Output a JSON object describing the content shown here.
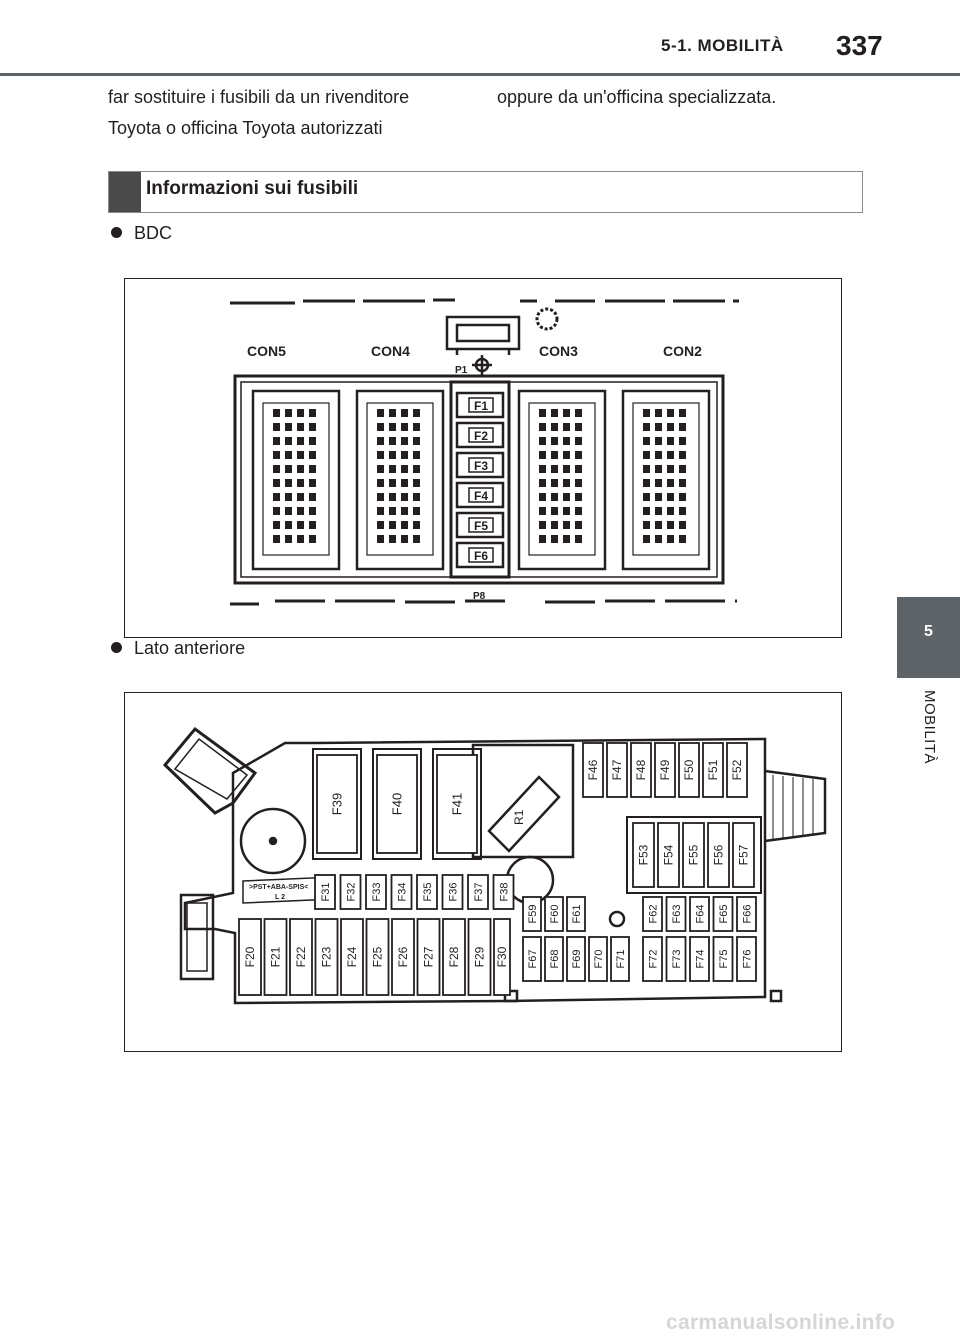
{
  "header": {
    "section": "5-1. MOBILITÀ",
    "page_number": "337"
  },
  "body_text": {
    "left_line1": "far sostituire i fusibili da un rivenditore",
    "left_line2": "Toyota o officina Toyota autorizzati",
    "right_line1": "oppure da un'officina specializzata."
  },
  "section": {
    "title": "Informazioni sui fusibili"
  },
  "bullets": [
    {
      "label": "BDC"
    },
    {
      "label": "Lato anteriore"
    }
  ],
  "diagram_bdc": {
    "connectors": [
      "CON5",
      "CON4",
      "CON3",
      "CON2"
    ],
    "fuses": [
      "F1",
      "F2",
      "F3",
      "F4",
      "F5",
      "F6"
    ],
    "label_top": "P1",
    "label_bottom": "P8"
  },
  "diagram_front": {
    "large_fuses": [
      "F39",
      "F40",
      "F41"
    ],
    "relay": "R1",
    "top_right_row1": [
      "F46",
      "F47",
      "F48",
      "F49",
      "F50",
      "F51",
      "F52"
    ],
    "top_right_row2": [
      "F53",
      "F54",
      "F55",
      "F56",
      "F57"
    ],
    "small_row": [
      "F31",
      "F32",
      "F33",
      "F34",
      "F35",
      "F36",
      "F37",
      "F38"
    ],
    "left_row": [
      "F20",
      "F21",
      "F22",
      "F23",
      "F24",
      "F25",
      "F26",
      "F27",
      "F28",
      "F29",
      "F30"
    ],
    "mid_upper": [
      "F59",
      "F60",
      "F61"
    ],
    "mid_lower": [
      "F67",
      "F68",
      "F69",
      "F70",
      "F71"
    ],
    "right_upper": [
      "F62",
      "F63",
      "F64",
      "F65",
      "F66"
    ],
    "right_lower": [
      "F72",
      "F73",
      "F74",
      "F75",
      "F76"
    ],
    "marker_text": ">PST+ABA-SPIS<",
    "marker_sub": "L 2"
  },
  "side_tab": {
    "number": "5",
    "label": "MOBILITÀ"
  },
  "watermark": "carmanualsonline.info"
}
